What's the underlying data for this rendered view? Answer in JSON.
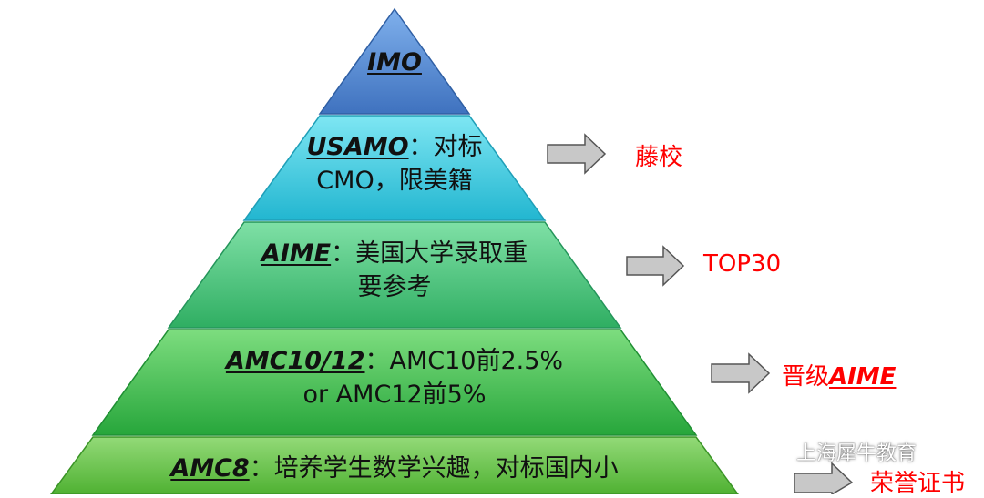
{
  "colors": {
    "tier_imo": "#5b8fd4",
    "tier_usamo": "#37c8df",
    "tier_aime": "#42c07a",
    "tier_amc1012": "#34b84c",
    "tier_amc8": "#62c142",
    "outcome_text": "#ff0000",
    "arrow_fill": "#c8c8c8",
    "arrow_stroke": "#555555"
  },
  "pyramid": {
    "tiers": [
      {
        "name": "IMO",
        "desc_1": "",
        "desc_2": ""
      },
      {
        "name": "USAMO",
        "desc_1": "：对标",
        "desc_2": "CMO，限美籍"
      },
      {
        "name": "AIME",
        "desc_1": "：美国大学录取重",
        "desc_2": "要参考"
      },
      {
        "name": "AMC10/12",
        "desc_1": "：AMC10前2.5%",
        "desc_2": "or AMC12前5%"
      },
      {
        "name": "AMC8",
        "desc_1": "：培养学生数学兴趣，对标国内小",
        "desc_2": ""
      }
    ]
  },
  "outcomes": [
    {
      "text": "藤校",
      "emphasis": ""
    },
    {
      "text": "TOP30",
      "emphasis": ""
    },
    {
      "text": "晋级",
      "emphasis": "AIME"
    },
    {
      "text": "荣誉证书",
      "emphasis": ""
    }
  ],
  "arrow_icon": "right-arrow-icon",
  "watermark": {
    "icon": "wechat-icon",
    "text": "上海犀牛教育"
  }
}
